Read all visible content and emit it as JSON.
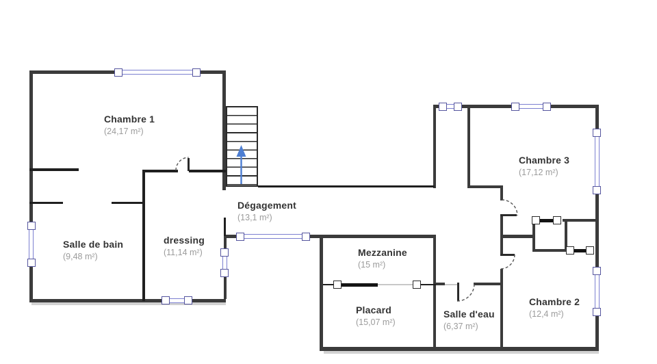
{
  "plan": {
    "kind": "floor-plan",
    "rooms": {
      "chambre_1": {
        "name": "Chambre 1",
        "area": "(24,17 m²)"
      },
      "salle_de_bain": {
        "name": "Salle de bain",
        "area": "(9,48 m²)"
      },
      "dressing": {
        "name": "dressing",
        "area": "(11,14 m²)"
      },
      "degagement": {
        "name": "Dégagement",
        "area": "(13,1 m²)"
      },
      "mezzanine": {
        "name": "Mezzanine",
        "area": "(15 m²)"
      },
      "placard": {
        "name": "Placard",
        "area": "(15,07 m²)"
      },
      "salle_deau": {
        "name": "Salle d'eau",
        "area": "(6,37 m²)"
      },
      "chambre_3": {
        "name": "Chambre 3",
        "area": "(17,12 m²)"
      },
      "chambre_2": {
        "name": "Chambre 2",
        "area": "(12,4 m²)"
      }
    },
    "stairs": {
      "direction_arrow": "up"
    },
    "colors": {
      "outer_wall": "#3b3b3b",
      "interior_wall": "#1f1f1f",
      "window_frame": "#7b7fd0",
      "window_endcap_border": "#55559e",
      "stair_arrow": "#4d7ed2",
      "room_name_text": "#333333",
      "room_area_text": "#9b9b9b"
    }
  }
}
